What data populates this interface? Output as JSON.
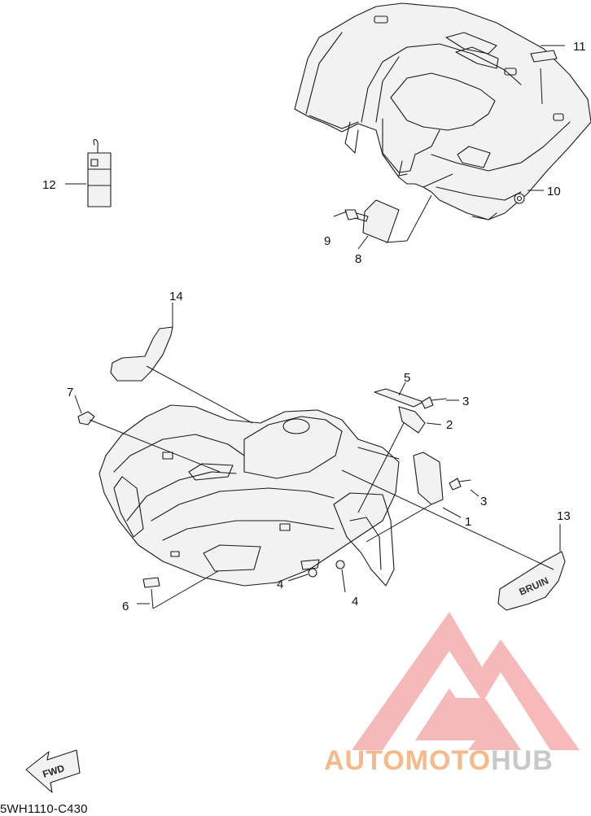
{
  "diagram": {
    "code": "5WH1110-C430",
    "fwd_label": "FWD",
    "callouts": [
      {
        "id": "c1",
        "label": "1"
      },
      {
        "id": "c2",
        "label": "2"
      },
      {
        "id": "c3a",
        "label": "3"
      },
      {
        "id": "c3b",
        "label": "3"
      },
      {
        "id": "c4a",
        "label": "4"
      },
      {
        "id": "c4b",
        "label": "4"
      },
      {
        "id": "c5",
        "label": "5"
      },
      {
        "id": "c6",
        "label": "6"
      },
      {
        "id": "c7",
        "label": "7"
      },
      {
        "id": "c8",
        "label": "8"
      },
      {
        "id": "c9",
        "label": "9"
      },
      {
        "id": "c10",
        "label": "10"
      },
      {
        "id": "c11",
        "label": "11"
      },
      {
        "id": "c12",
        "label": "12"
      },
      {
        "id": "c13",
        "label": "13"
      },
      {
        "id": "c14",
        "label": "14"
      }
    ],
    "decal_text": "BRUIN",
    "watermark": {
      "part1": "AUTO",
      "part2": "MOTO",
      "part3": "HUB",
      "color_primary": "#f6b98a",
      "color_secondary": "#c8c8c8"
    }
  }
}
